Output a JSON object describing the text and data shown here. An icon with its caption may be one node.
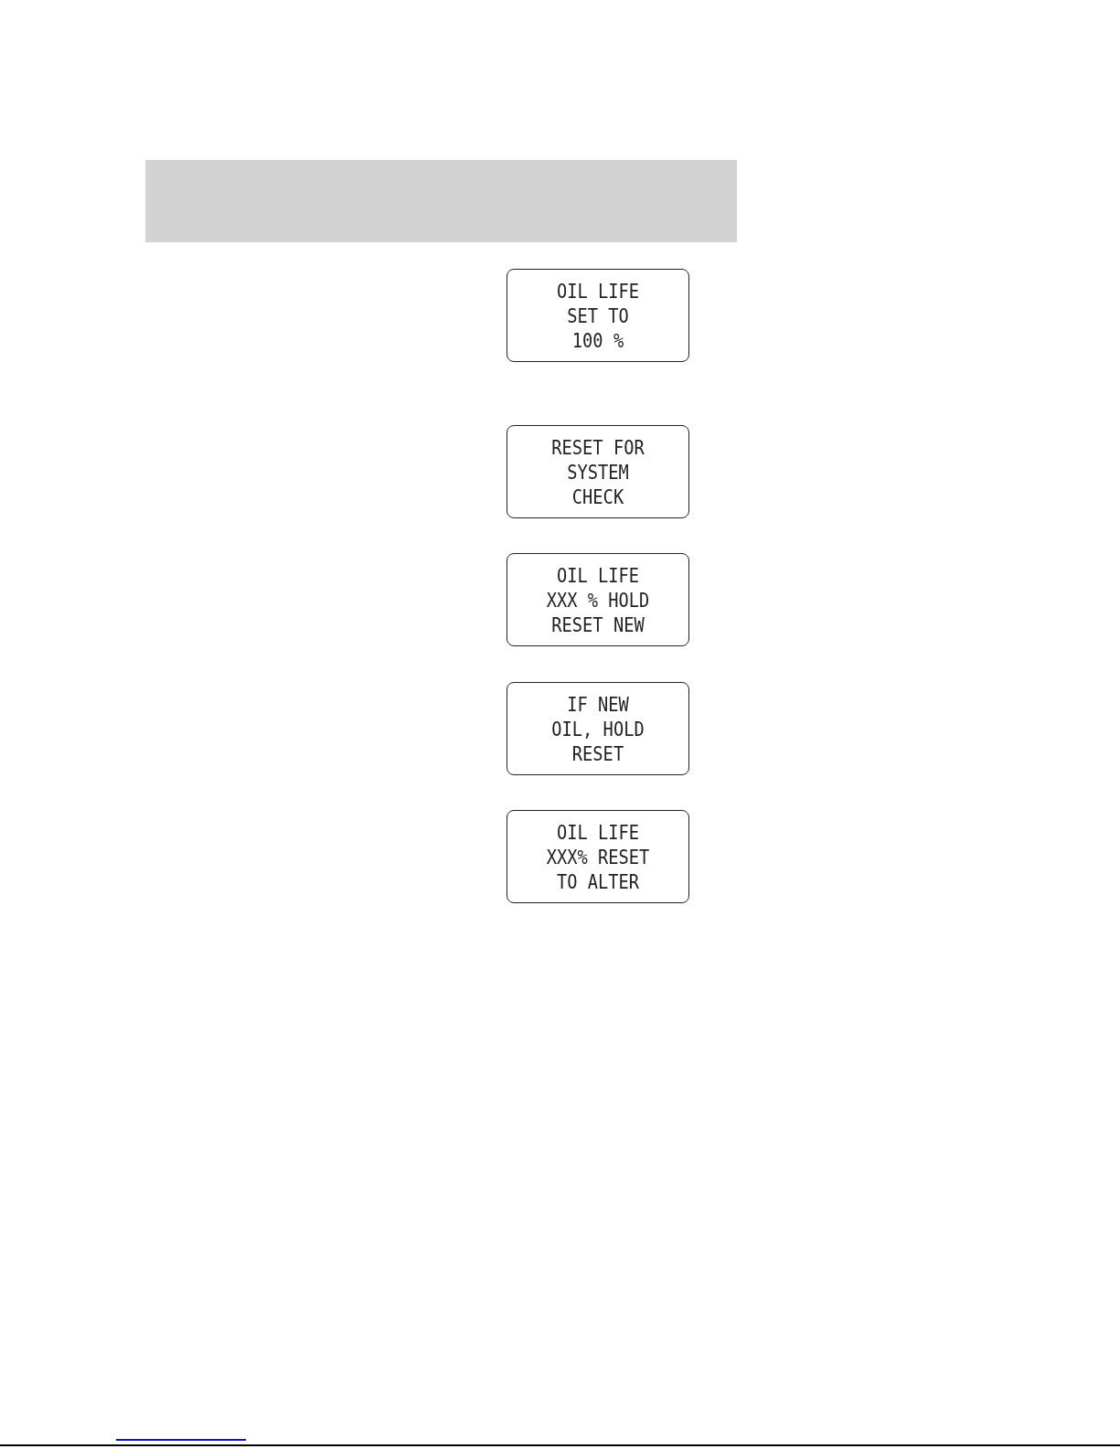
{
  "diagram": {
    "nodes": [
      {
        "text": [
          "OIL LIFE SET TO 100 %"
        ]
      },
      {
        "text": [
          "RESET FOR SYSTEM CHECK"
        ]
      },
      {
        "text": [
          "OIL LIFE XXX % HOLD RESET NEW"
        ]
      },
      {
        "text": [
          "IF NEW OIL, HOLD RESET"
        ]
      },
      {
        "text": [
          "OIL LIFE XXX% RESET TO ALTER"
        ]
      }
    ]
  }
}
